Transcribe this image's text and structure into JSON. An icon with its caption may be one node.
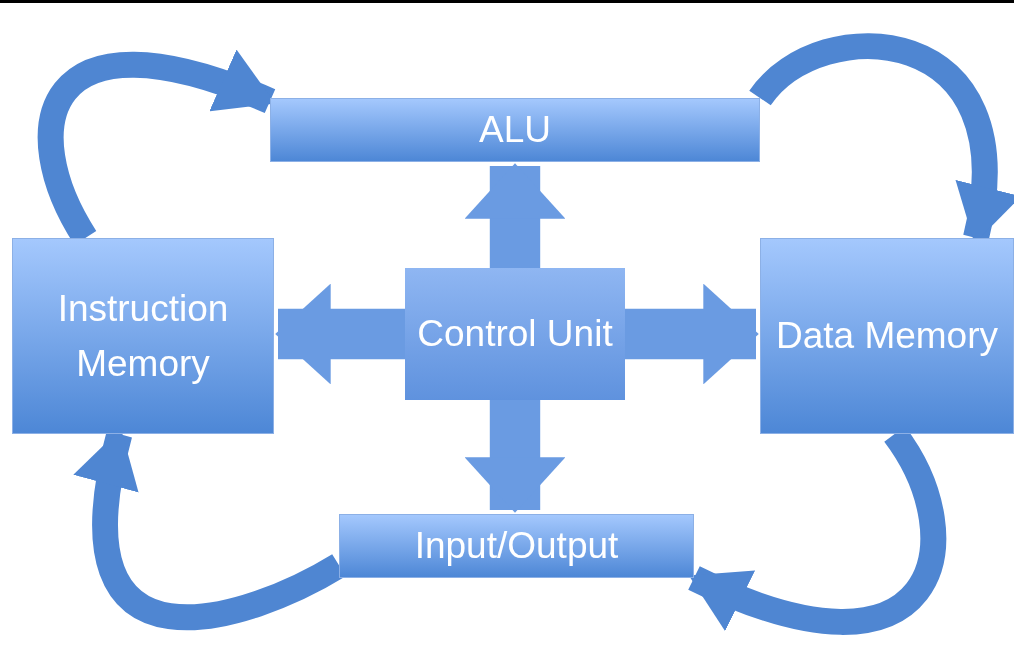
{
  "diagram": {
    "nodes": [
      {
        "text": [
          "ALU"
        ]
      },
      {
        "text": [
          "Instruction Memory"
        ]
      },
      {
        "text": [
          "Control Unit"
        ]
      },
      {
        "text": [
          "Data Memory"
        ]
      },
      {
        "text": [
          "Input/Output"
        ]
      }
    ],
    "edges": [
      {
        "from": 1,
        "to": 0,
        "arrow": "to"
      },
      {
        "from": 0,
        "to": 3,
        "arrow": "to"
      },
      {
        "from": 3,
        "to": 4,
        "arrow": "to"
      },
      {
        "from": 4,
        "to": 1,
        "arrow": "to"
      },
      {
        "from": 2,
        "to": 0,
        "arrow": "to",
        "style": "thick"
      },
      {
        "from": 2,
        "to": 1,
        "arrow": "to",
        "style": "thick"
      },
      {
        "from": 2,
        "to": 3,
        "arrow": "to",
        "style": "thick"
      },
      {
        "from": 2,
        "to": 4,
        "arrow": "to",
        "style": "thick"
      }
    ]
  }
}
